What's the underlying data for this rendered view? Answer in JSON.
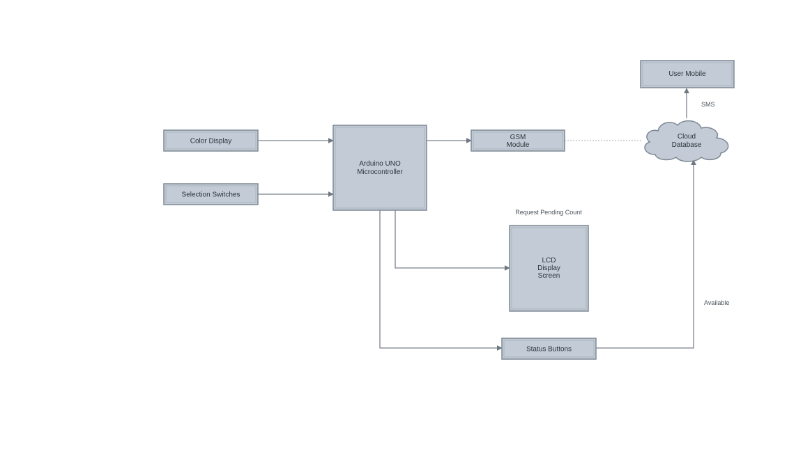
{
  "diagram": {
    "nodes": {
      "color_display": "Color Display",
      "selection_switches": "Selection Switches",
      "arduino": [
        "Arduino UNO",
        "Microcontroller"
      ],
      "gsm": [
        "GSM",
        "Module"
      ],
      "cloud": [
        "Cloud",
        "Database"
      ],
      "user_mobile": "User Mobile",
      "lcd": [
        "LCD",
        "Display",
        "Screen"
      ],
      "status_buttons": "Status Buttons"
    },
    "labels": {
      "sms": "SMS",
      "request_pending": "Request Pending Count",
      "available": "Available"
    }
  },
  "colors": {
    "node_fill": "#c3ccd6",
    "node_stroke": "#7d8894",
    "edge": "#7a828b"
  }
}
